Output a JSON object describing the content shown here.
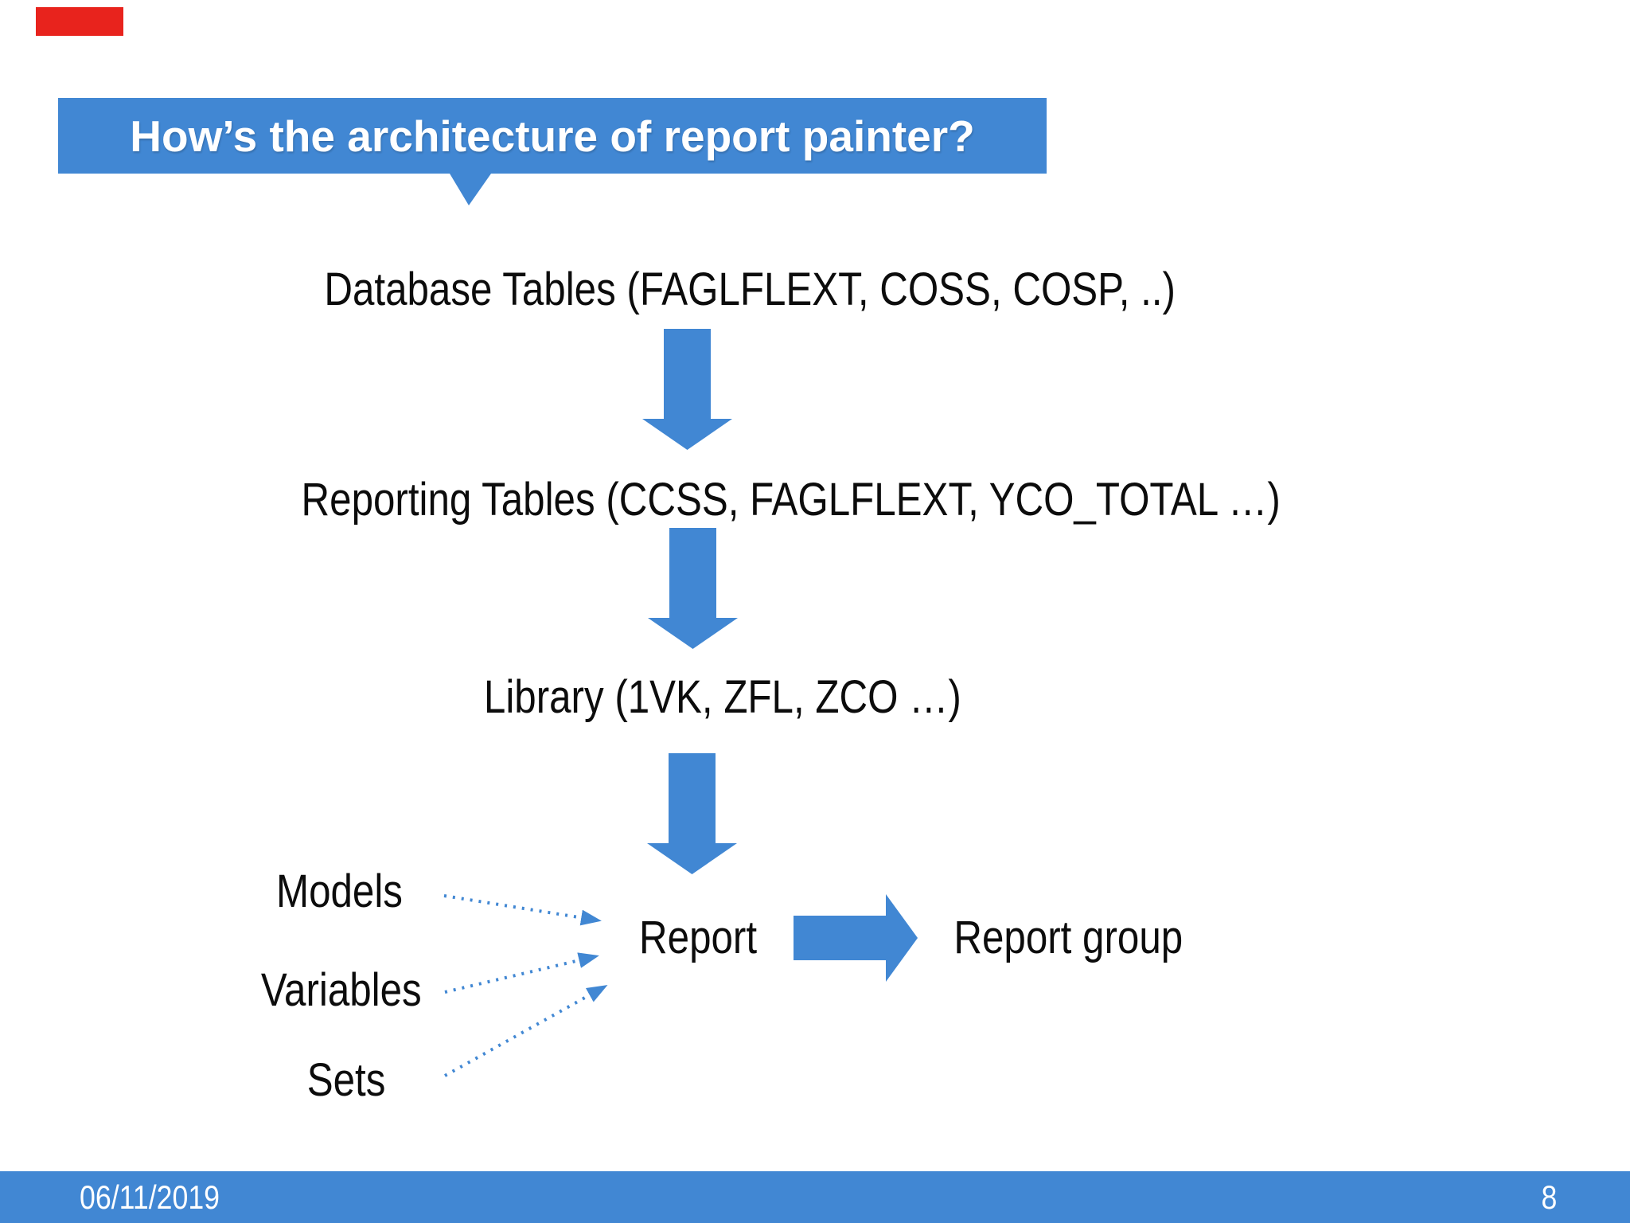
{
  "title_banner": {
    "text": "How’s the architecture of report painter?"
  },
  "flow": {
    "nodes": [
      {
        "label": "Database Tables (FAGLFLEXT, COSS, COSP, ..)"
      },
      {
        "label": "Reporting Tables (CCSS, FAGLFLEXT, YCO_TOTAL …)"
      },
      {
        "label": "Library (1VK, ZFL, ZCO …)"
      },
      {
        "label": "Report"
      },
      {
        "label": "Report group"
      }
    ]
  },
  "inputs": {
    "items": [
      "Models",
      "Variables",
      "Sets"
    ]
  },
  "footer": {
    "date": "06/11/2019",
    "page": "8"
  },
  "colors": {
    "accent_blue": "#4187D3",
    "marker_red": "#E8231D",
    "text": "#0C0C0C",
    "background": "#FFFFFF"
  }
}
